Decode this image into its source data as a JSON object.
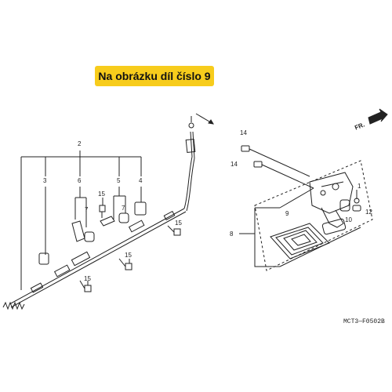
{
  "banner": {
    "text": "Na obrázku díl číslo 9"
  },
  "callouts": [
    {
      "id": "2",
      "text": "2"
    },
    {
      "id": "3",
      "text": "3"
    },
    {
      "id": "6",
      "text": "6"
    },
    {
      "id": "5",
      "text": "5"
    },
    {
      "id": "4",
      "text": "4"
    },
    {
      "id": "15a",
      "text": "15"
    },
    {
      "id": "7a",
      "text": "7"
    },
    {
      "id": "7b",
      "text": "7"
    },
    {
      "id": "15b",
      "text": "15"
    },
    {
      "id": "15c",
      "text": "15"
    },
    {
      "id": "15d",
      "text": "15"
    },
    {
      "id": "14a",
      "text": "14"
    },
    {
      "id": "14b",
      "text": "14"
    },
    {
      "id": "1",
      "text": "1"
    },
    {
      "id": "12",
      "text": "12"
    },
    {
      "id": "10",
      "text": "10"
    },
    {
      "id": "9",
      "text": "9"
    },
    {
      "id": "8",
      "text": "8"
    }
  ],
  "direction_label": "FR.",
  "diagram_code": "MCT3—F0502B",
  "colors": {
    "banner": "#f7cc1c",
    "ink": "#222222"
  }
}
